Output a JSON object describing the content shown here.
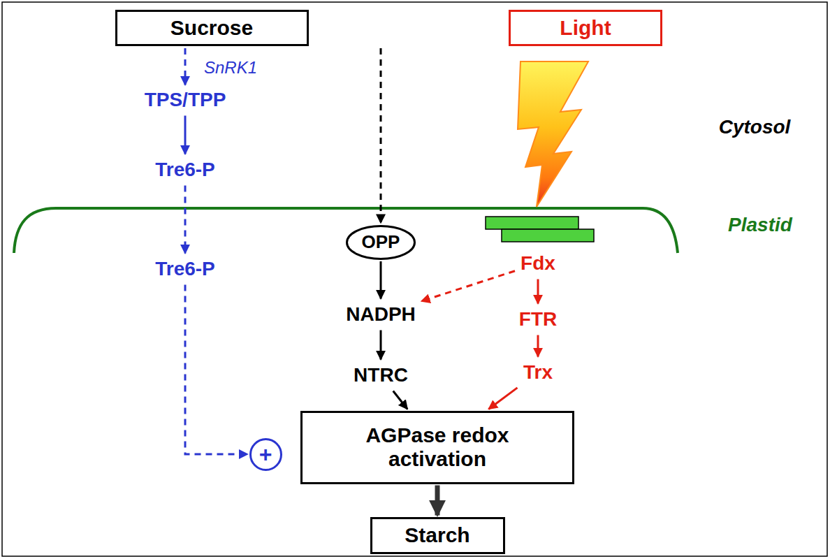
{
  "diagram": {
    "nodes": [
      {
        "text": [
          "Sucrose"
        ]
      },
      {
        "text": [
          "Light"
        ]
      },
      {
        "text": [
          "TPS/TPP"
        ]
      },
      {
        "text": [
          "Tre6-P"
        ]
      },
      {
        "text": [
          "Tre6-P"
        ]
      },
      {
        "text": [
          "OPP"
        ]
      },
      {
        "text": [
          "NADPH"
        ]
      },
      {
        "text": [
          "NTRC"
        ]
      },
      {
        "text": [
          "Fdx"
        ]
      },
      {
        "text": [
          "FTR"
        ]
      },
      {
        "text": [
          "Trx"
        ]
      },
      {
        "text": [
          "+"
        ]
      },
      {
        "text": [
          "AGPase redox activation"
        ]
      },
      {
        "text": [
          "Starch"
        ]
      }
    ],
    "edges": [
      {
        "from": 0,
        "to": 2,
        "label": "SnRK1",
        "arrow": "to"
      },
      {
        "from": 2,
        "to": 3,
        "arrow": "to"
      },
      {
        "from": 3,
        "to": 4,
        "arrow": "to"
      },
      {
        "from": 4,
        "to": 11,
        "arrow": "to"
      },
      {
        "from": 0,
        "to": 5,
        "arrow": "to"
      },
      {
        "from": 5,
        "to": 6,
        "arrow": "to"
      },
      {
        "from": 6,
        "to": 7,
        "arrow": "to"
      },
      {
        "from": 7,
        "to": 12,
        "arrow": "to"
      },
      {
        "from": 8,
        "to": 6,
        "arrow": "to"
      },
      {
        "from": 8,
        "to": 9,
        "arrow": "to"
      },
      {
        "from": 9,
        "to": 10,
        "arrow": "to"
      },
      {
        "from": 10,
        "to": 12,
        "arrow": "to"
      },
      {
        "from": 12,
        "to": 13,
        "arrow": "to"
      }
    ],
    "labels": [
      "Cytosol",
      "Plastid"
    ]
  }
}
